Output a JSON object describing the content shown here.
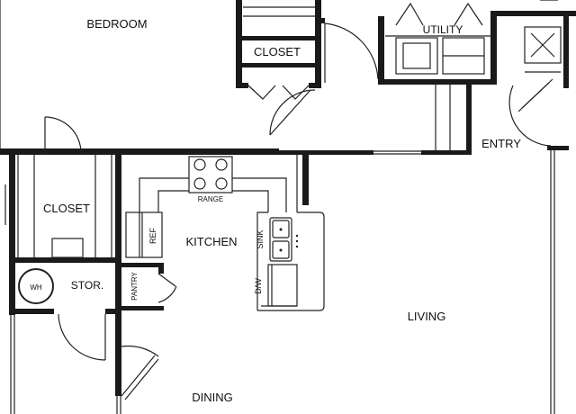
{
  "rooms": {
    "bedroom": "BEDROOM",
    "closet_top": "CLOSET",
    "utility": "UTILITY",
    "entry": "ENTRY",
    "closet_left": "CLOSET",
    "kitchen": "KITCHEN",
    "living": "LIVING",
    "storage": "STOR.",
    "dining": "DINING"
  },
  "fixtures": {
    "range": "RANGE",
    "refrigerator": "REF",
    "sink": "SINK",
    "dishwasher": "D/W",
    "pantry": "PANTRY",
    "water_heater": "WH"
  }
}
